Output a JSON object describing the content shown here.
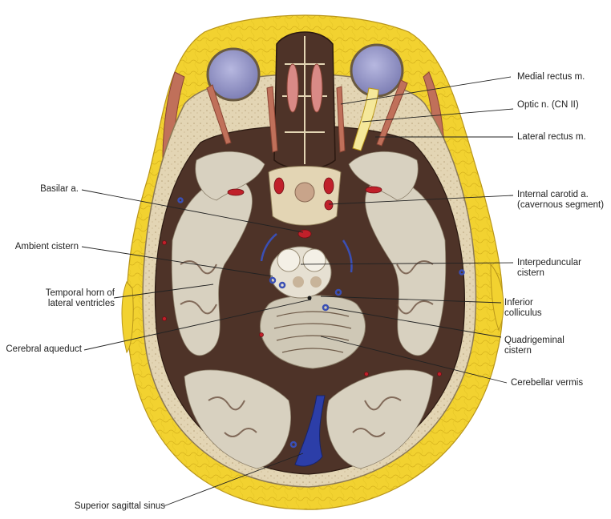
{
  "labels": {
    "medial_rectus": "Medial rectus m.",
    "optic_nerve": "Optic n. (CN II)",
    "lateral_rectus": "Lateral rectus m.",
    "basilar": "Basilar a.",
    "internal_carotid_1": "Internal carotid a.",
    "internal_carotid_2": "(cavernous segment)",
    "ambient_cistern": "Ambient cistern",
    "interpeduncular_1": "Interpeduncular",
    "interpeduncular_2": "cistern",
    "temporal_horn_1": "Temporal horn of",
    "temporal_horn_2": "lateral ventricles",
    "inferior_colliculus_1": "Inferior",
    "inferior_colliculus_2": "colliculus",
    "cerebral_aqueduct": "Cerebral aqueduct",
    "quadrigeminal_1": "Quadrigeminal",
    "quadrigeminal_2": "cistern",
    "cerebellar_vermis": "Cerebellar vermis",
    "superior_sagittal_sinus": "Superior sagittal sinus"
  },
  "colors": {
    "fat": "#f2d230",
    "bone": "#e3d5b4",
    "brain_dark": "#4e3328",
    "white_matter": "#d8d1c0",
    "artery": "#c0202a",
    "vein": "#3a4fb4",
    "eyeball": "#8e8fc0",
    "muscle": "#c0705a"
  }
}
